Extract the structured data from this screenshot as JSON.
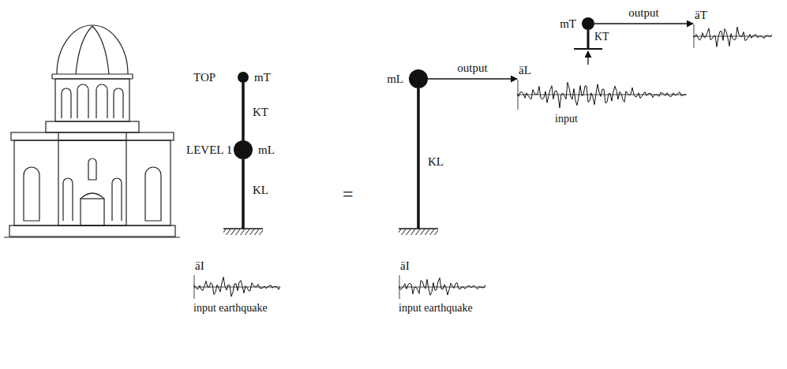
{
  "diagram": {
    "nodes": [
      {
        "text": [
          "mT"
        ]
      },
      {
        "text": [
          "mL"
        ]
      },
      {
        "text": [
          "mL"
        ]
      },
      {
        "text": [
          "mT"
        ]
      },
      {
        "text": [
          "äI",
          "input earthquake"
        ]
      },
      {
        "text": [
          "äI",
          "input earthquake"
        ]
      },
      {
        "text": [
          "äL",
          "input"
        ]
      },
      {
        "text": [
          "äT"
        ]
      }
    ],
    "edges": [
      {
        "from": 0,
        "to": 1,
        "label": "KT",
        "arrow": "none"
      },
      {
        "from": 2,
        "to": 6,
        "label": "output",
        "arrow": "to"
      },
      {
        "from": 3,
        "to": 7,
        "label": "output",
        "arrow": "to"
      }
    ],
    "labels": [
      "TOP",
      "LEVEL 1",
      "KL",
      "=",
      "KL",
      "KT"
    ]
  }
}
